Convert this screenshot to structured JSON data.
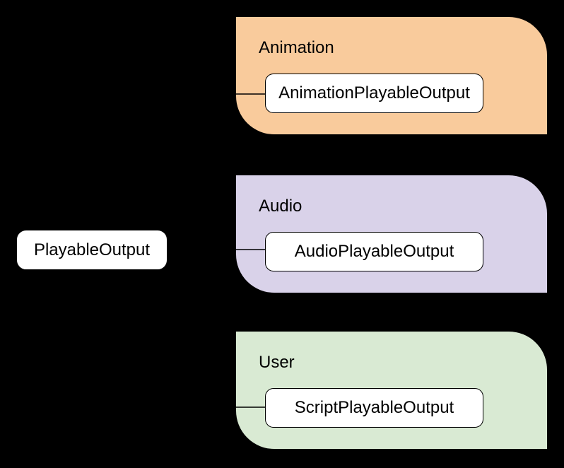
{
  "diagram": {
    "root_node": {
      "label": "PlayableOutput"
    },
    "groups": [
      {
        "id": "animation",
        "label": "Animation",
        "color": "#F9CB9C",
        "child": {
          "label": "AnimationPlayableOutput"
        }
      },
      {
        "id": "audio",
        "label": "Audio",
        "color": "#D9D2E9",
        "child": {
          "label": "AudioPlayableOutput"
        }
      },
      {
        "id": "user",
        "label": "User",
        "color": "#D9EAD3",
        "child": {
          "label": "ScriptPlayableOutput"
        }
      }
    ],
    "colors": {
      "background": "#000000",
      "node_fill": "#FFFFFF",
      "line": "#000000",
      "text": "#000000"
    }
  }
}
